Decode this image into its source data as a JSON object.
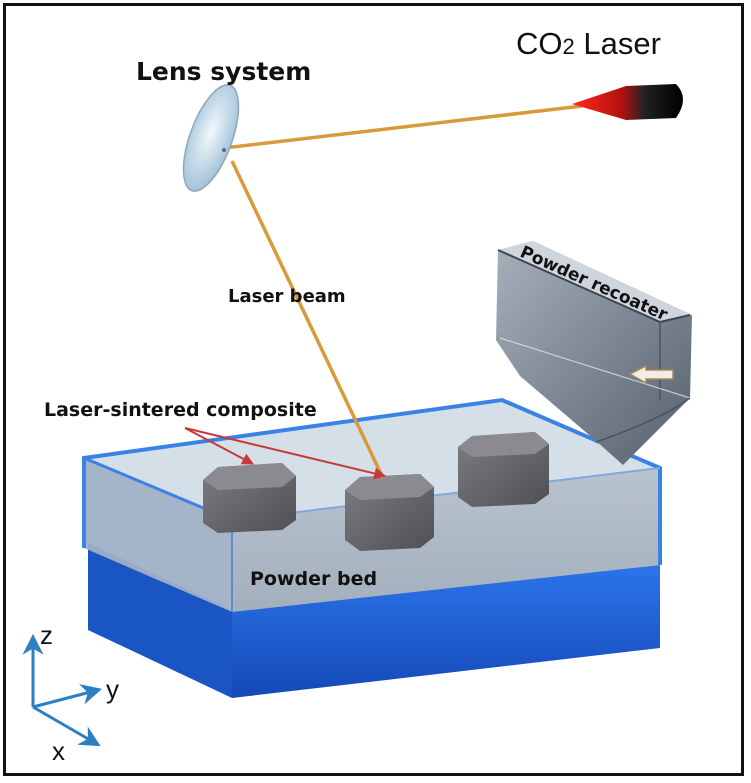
{
  "labels": {
    "laser_source": "CO",
    "laser_source_sub": "2",
    "laser_source_suffix": " Laser",
    "lens": "Lens system",
    "beam": "Laser beam",
    "recoater": "Powder recoater",
    "composite": "Laser-sintered composite",
    "bed": "Powder bed"
  },
  "axes": {
    "z": "z",
    "y": "y",
    "x": "x"
  },
  "colors": {
    "beam": "#d89a3a",
    "laser_tip": "#d81f1f",
    "laser_body": "#111111",
    "lens": "#cfe3f1",
    "bed_blue": "#1f63d6",
    "bed_top": "#c9d4dd",
    "part_gray": "#6e6e72",
    "recoater": "#7b8591",
    "axis_blue": "#2d7fc4",
    "pointer_red": "#c83a3a"
  }
}
